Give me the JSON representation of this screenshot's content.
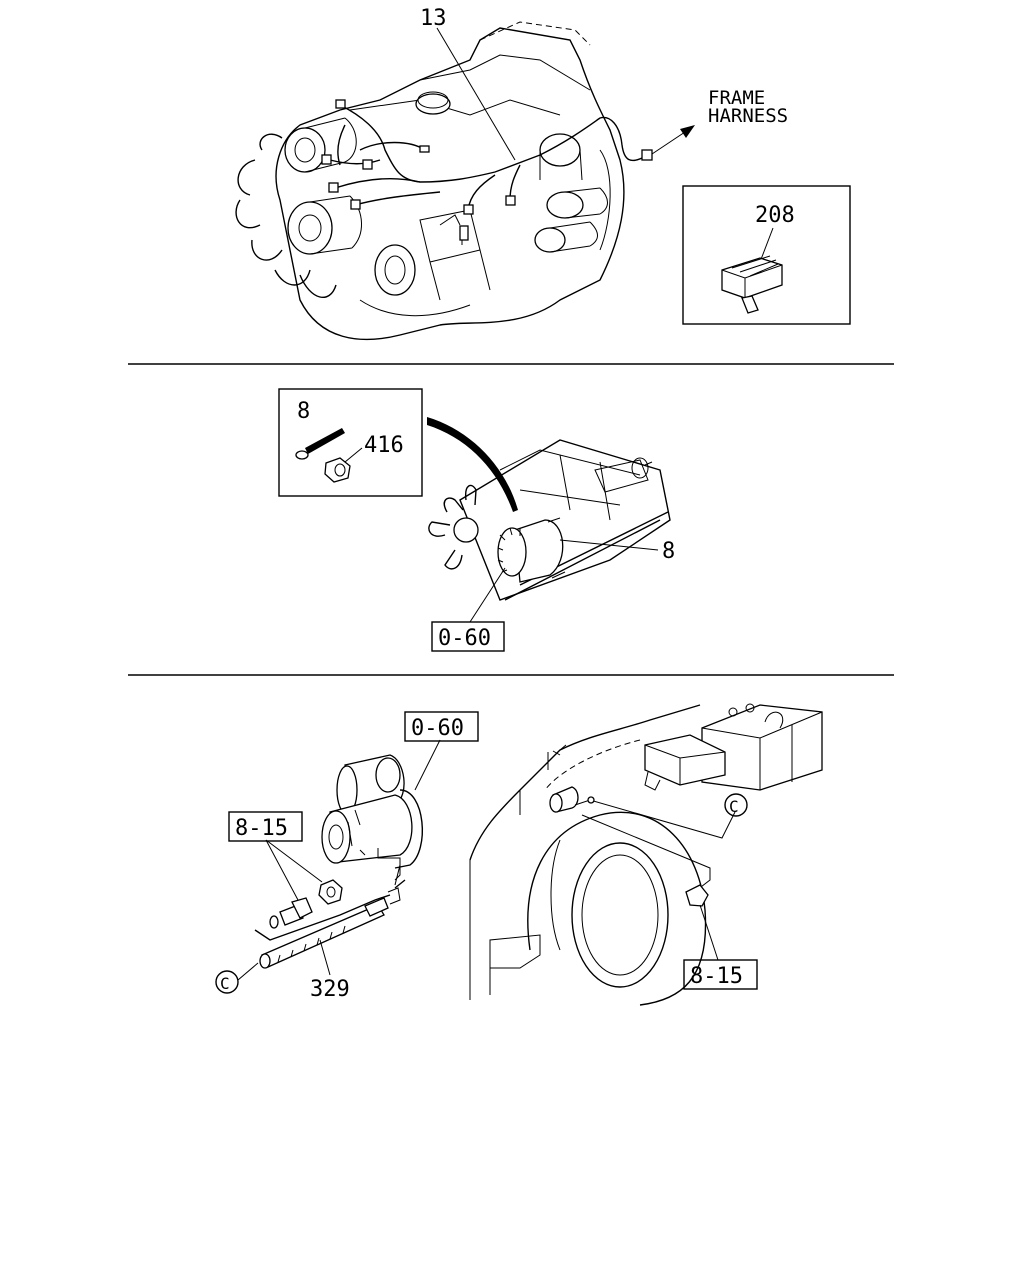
{
  "panels": {
    "top": {
      "callout_harness": "13",
      "frame_label_line1": "FRAME",
      "frame_label_line2": "HARNESS",
      "inset_part": "208"
    },
    "middle": {
      "inset_part_a": "8",
      "inset_part_b": "416",
      "callout_starter": "8",
      "ref_box": "0-60"
    },
    "bottom": {
      "ref_box_starter": "0-60",
      "ref_box_left": "8-15",
      "ref_box_right": "8-15",
      "callout_cable": "329",
      "circle_label_left": "C",
      "circle_label_right": "C"
    }
  }
}
